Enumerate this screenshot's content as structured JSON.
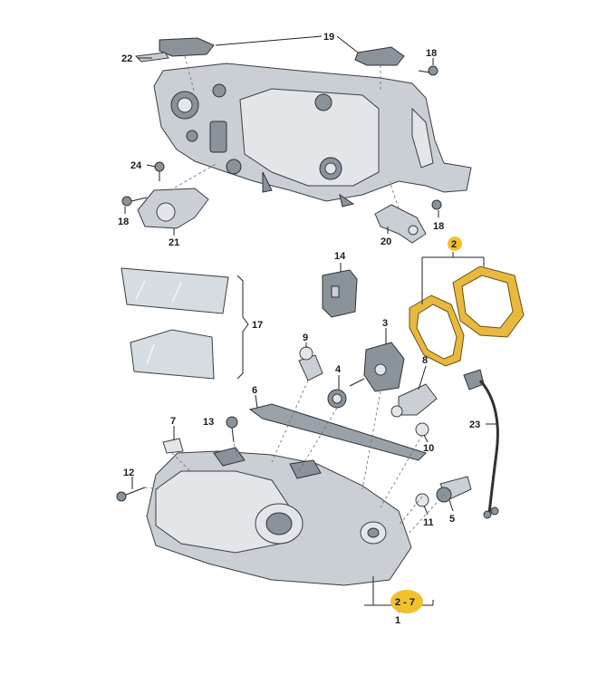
{
  "labels": {
    "p1": "1",
    "p2": "2",
    "p2to7": "2 - 7",
    "p3": "3",
    "p4": "4",
    "p5": "5",
    "p6": "6",
    "p7": "7",
    "p8": "8",
    "p9": "9",
    "p10": "10",
    "p11": "11",
    "p12": "12",
    "p13": "13",
    "p14": "14",
    "p17": "17",
    "p18a": "18",
    "p18b": "18",
    "p18c": "18",
    "p19": "19",
    "p20": "20",
    "p21": "21",
    "p22": "22",
    "p23": "23",
    "p24": "24"
  },
  "colors": {
    "highlight": "#f2c12e",
    "gasket": "#e9b93f",
    "housing": "#c9cfd4"
  }
}
